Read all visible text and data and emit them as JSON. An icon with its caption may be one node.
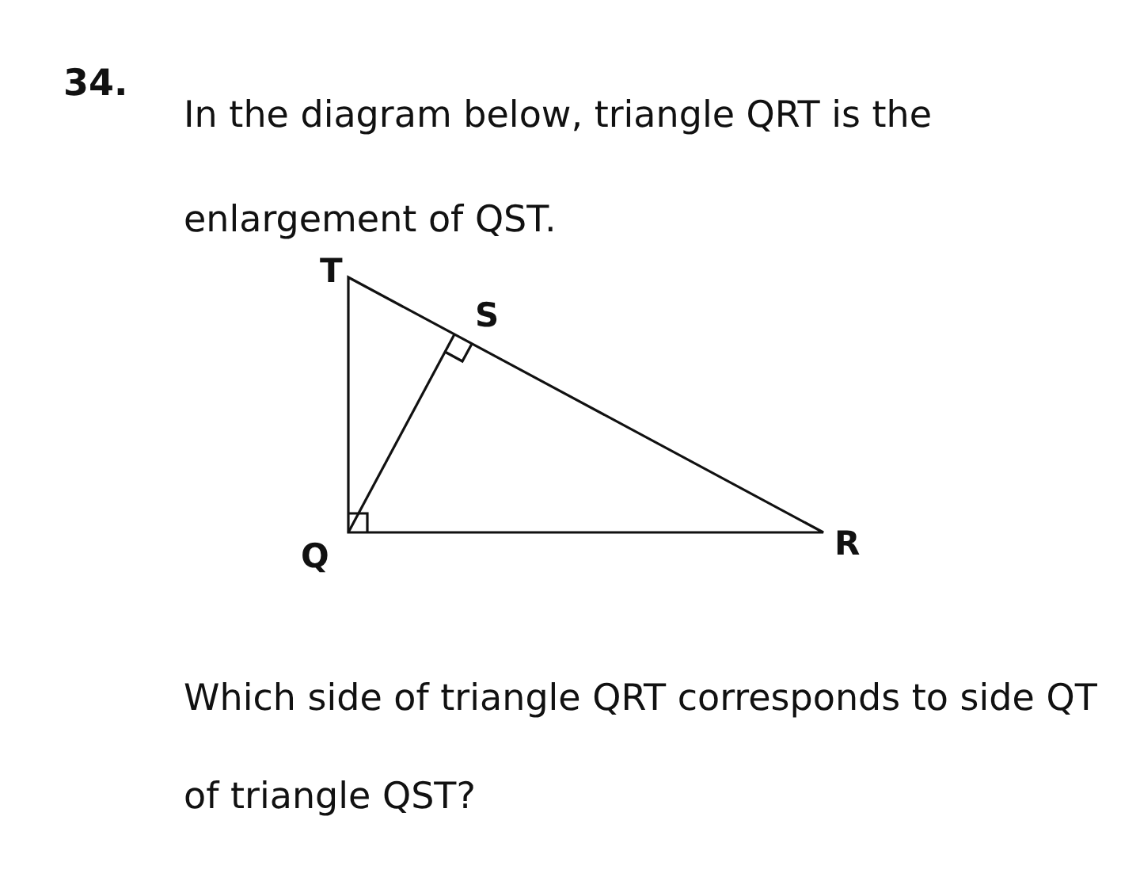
{
  "diagram": {
    "labels": [
      "34.",
      "In the diagram below, triangle QRT is the enlargement of QST.",
      "T",
      "S",
      "Q",
      "R",
      "Which side of triangle QRT corresponds to side QT of triangle QST?"
    ]
  }
}
